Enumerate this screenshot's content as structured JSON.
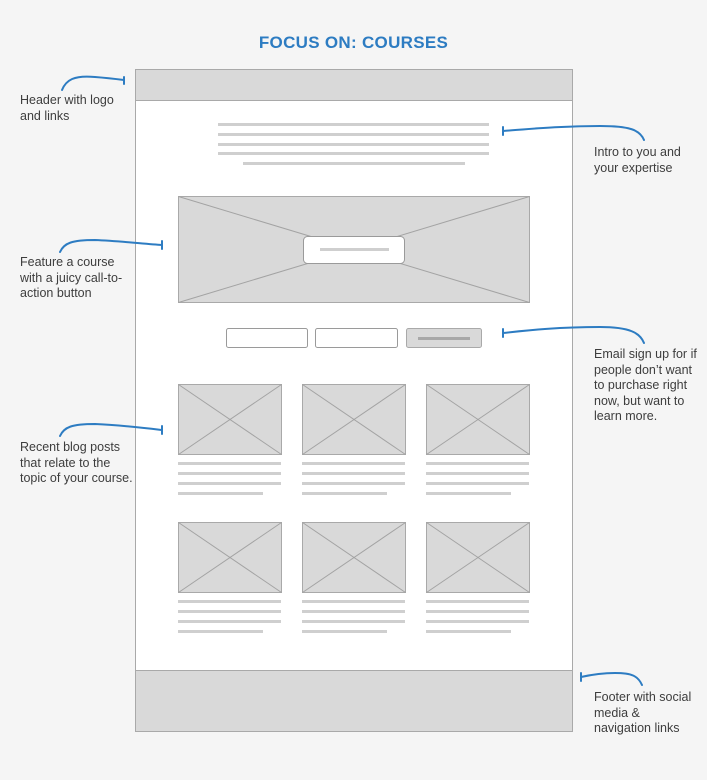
{
  "title": "FOCUS ON: COURSES",
  "colors": {
    "title": "#2d7cc2",
    "arrow": "#2d7cc2",
    "wireframe_fill": "#d9d9d9",
    "wireframe_stroke": "#a9a9a9",
    "page_bg": "#ffffff",
    "canvas_bg": "#f5f5f5",
    "text": "#3d3d3d"
  },
  "annotations": {
    "header": "Header with logo\nand links",
    "intro": "Intro to you and\nyour expertise",
    "feature": "Feature a course\nwith a juicy call-to-\naction button",
    "email": "Email sign up for if\npeople don’t want\nto purchase right\nnow, but want to\nlearn more.",
    "blog": "Recent blog posts\nthat relate to the\ntopic of your course.",
    "footer": "Footer with social\nmedia &\nnavigation links"
  },
  "blog_grid": {
    "rows": 2,
    "columns": 3
  }
}
